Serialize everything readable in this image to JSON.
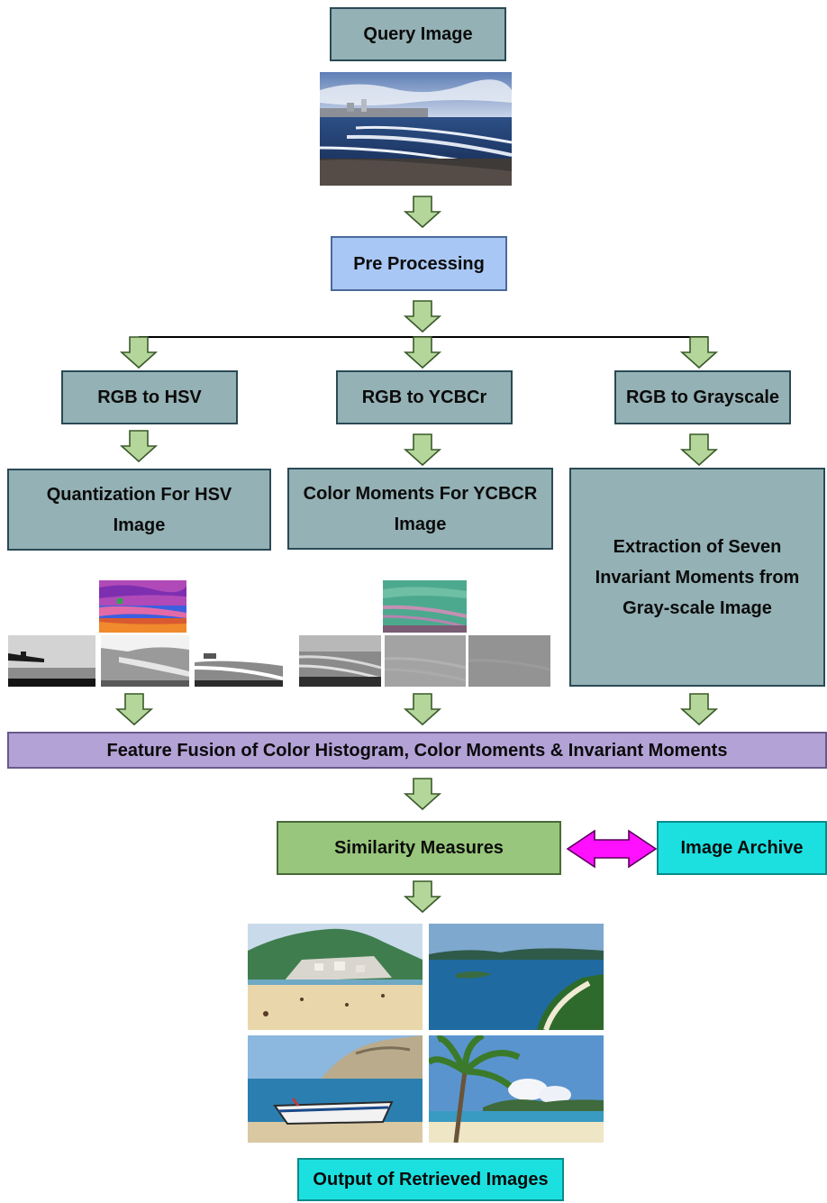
{
  "boxes": {
    "query_image": "Query Image",
    "pre_processing": "Pre Processing",
    "rgb_to_hsv": "RGB to HSV",
    "rgb_to_ycbcr": "RGB to YCBCr",
    "rgb_to_grayscale": "RGB to Grayscale",
    "quantization": "Quantization For HSV Image",
    "color_moments": "Color Moments For YCBCR Image",
    "invariant_moments": "Extraction of Seven Invariant Moments from Gray-scale Image",
    "feature_fusion": "Feature Fusion of Color Histogram, Color Moments & Invariant Moments",
    "similarity": "Similarity Measures",
    "archive": "Image Archive",
    "output": "Output of Retrieved Images"
  },
  "colors": {
    "teal_box": "#94b1b5",
    "blue_box": "#a9c7f4",
    "purple_box": "#b3a2d6",
    "green_box": "#98c67c",
    "cyan_box": "#1ce0e0",
    "arrow_fill": "#b5d69b",
    "double_arrow": "#ff10ff"
  },
  "images": {
    "query": "beach-photo",
    "hsv_components": [
      "hsv-image",
      "hue-channel",
      "saturation-channel",
      "value-channel"
    ],
    "ycbcr_components": [
      "ycbcr-image",
      "y-channel",
      "cb-channel",
      "cr-channel"
    ],
    "retrieved": [
      "beach-town-photo",
      "tropical-bay-photo",
      "boat-on-shore-photo",
      "palm-beach-photo"
    ]
  }
}
